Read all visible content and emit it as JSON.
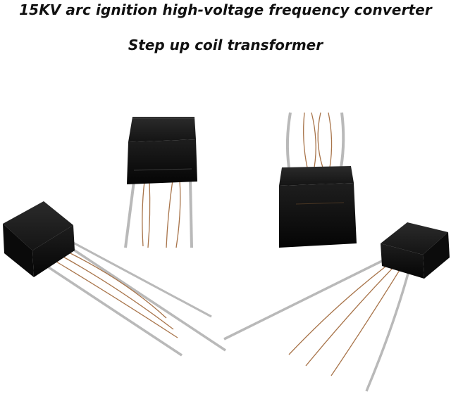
{
  "headline": "15KV arc ignition high-voltage frequency converter",
  "subheadline": "Step up coil transformer",
  "photo": {
    "subject": "step-up-coil-transformer",
    "units": 4
  }
}
